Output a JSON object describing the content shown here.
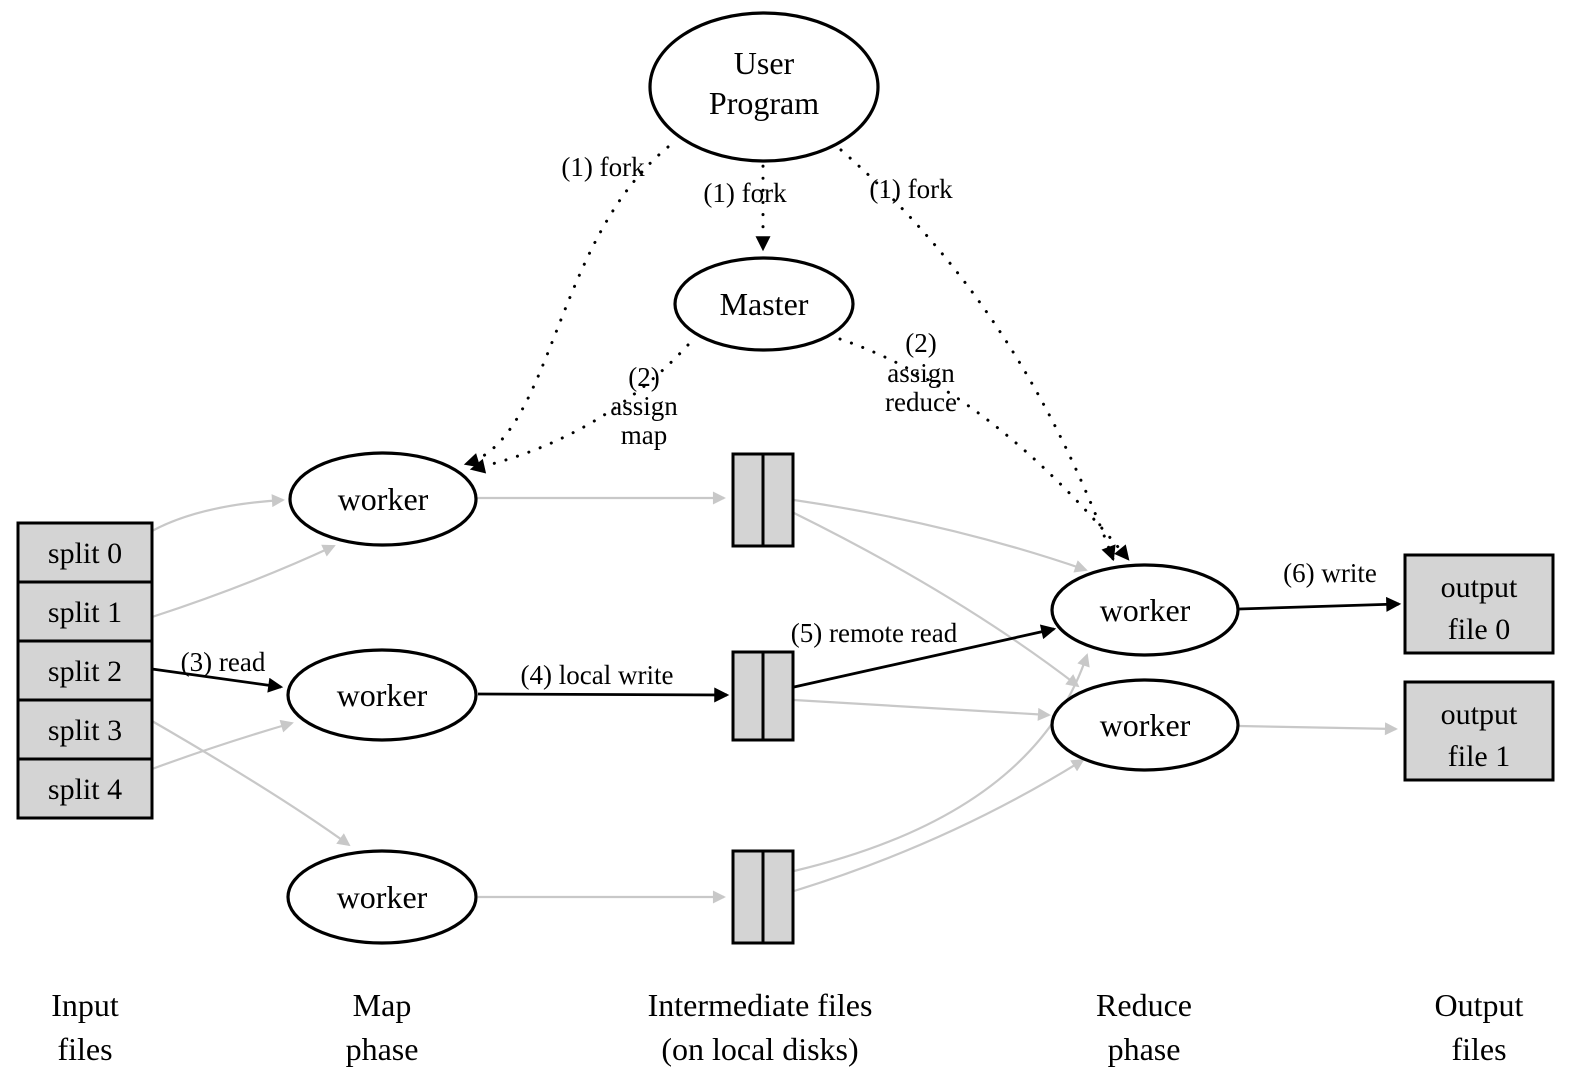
{
  "figure": "MapReduce execution overview diagram",
  "nodes": {
    "user_program": {
      "l1": "User",
      "l2": "Program"
    },
    "master": {
      "label": "Master"
    },
    "map_workers": [
      {
        "label": "worker"
      },
      {
        "label": "worker"
      },
      {
        "label": "worker"
      }
    ],
    "reduce_workers": [
      {
        "label": "worker"
      },
      {
        "label": "worker"
      }
    ],
    "splits": [
      {
        "label": "split 0"
      },
      {
        "label": "split 1"
      },
      {
        "label": "split 2"
      },
      {
        "label": "split 3"
      },
      {
        "label": "split 4"
      }
    ],
    "output_files": [
      {
        "l1": "output",
        "l2": "file 0"
      },
      {
        "l1": "output",
        "l2": "file 1"
      }
    ]
  },
  "edge_labels": {
    "fork_left": "(1) fork",
    "fork_center": "(1) fork",
    "fork_right": "(1) fork",
    "assign_map": {
      "l1": "(2)",
      "l2": "assign",
      "l3": "map"
    },
    "assign_reduce": {
      "l1": "(2)",
      "l2": "assign",
      "l3": "reduce"
    },
    "read": "(3) read",
    "local_write": "(4) local write",
    "remote_read": "(5) remote read",
    "write": "(6) write"
  },
  "captions": {
    "input": {
      "l1": "Input",
      "l2": "files"
    },
    "map": {
      "l1": "Map",
      "l2": "phase"
    },
    "intermediate": {
      "l1": "Intermediate files",
      "l2": "(on local disks)"
    },
    "reduce": {
      "l1": "Reduce",
      "l2": "phase"
    },
    "output": {
      "l1": "Output",
      "l2": "files"
    }
  },
  "colors": {
    "stroke": "#000000",
    "file_fill": "#d4d4d4",
    "node_fill": "#ffffff",
    "flow_gray": "#c8c8c8",
    "background": "#ffffff"
  }
}
